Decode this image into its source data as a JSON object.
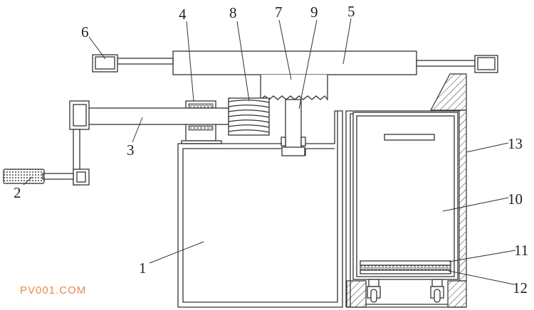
{
  "labels": {
    "l1": "1",
    "l2": "2",
    "l3": "3",
    "l4": "4",
    "l5": "5",
    "l6": "6",
    "l7": "7",
    "l8": "8",
    "l9": "9",
    "l10": "10",
    "l11": "11",
    "l12": "12",
    "l13": "13"
  },
  "watermark": "PV001.COM",
  "colors": {
    "line": "#333333",
    "watermark": "#e8894a"
  }
}
